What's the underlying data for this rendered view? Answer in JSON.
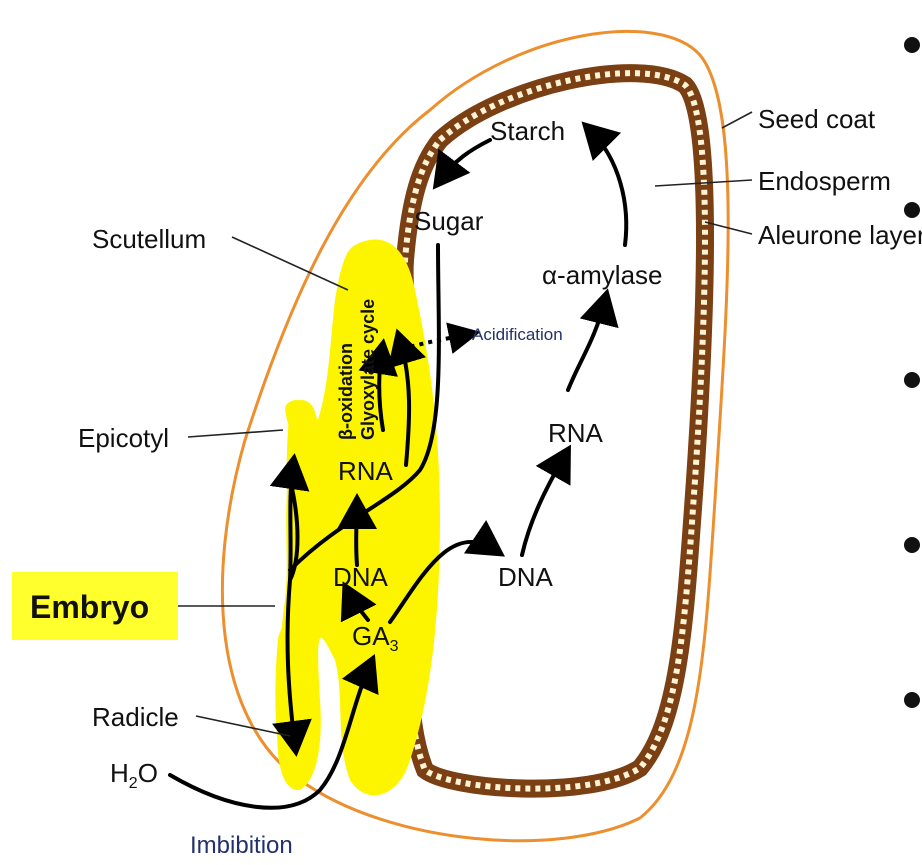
{
  "labels": {
    "seed_coat": "Seed coat",
    "endosperm": "Endosperm",
    "aleurone_layer": "Aleurone layer",
    "scutellum": "Scutellum",
    "epicotyl": "Epicotyl",
    "embryo": "Embryo",
    "radicle": "Radicle",
    "water_base": "H",
    "water_sub": "2",
    "water_tail": "O",
    "imbibition": "Imbibition",
    "starch": "Starch",
    "sugar": "Sugar",
    "alpha_amylase": "α-amylase",
    "acidification": "Acidification",
    "rna_endosperm": "RNA",
    "dna_endosperm": "DNA",
    "rna_scutellum": "RNA",
    "dna_scutellum": "DNA",
    "ga_base": "GA",
    "ga_sub": "3",
    "beta_oxidation": "β-oxidation",
    "glyoxylate_cycle": "Glyoxylate cycle"
  },
  "colors": {
    "seed_coat": "#ec8f2f",
    "aleurone": "#7a3f12",
    "aleurone_dots": "#fff3d6",
    "scutellum": "#fdf500",
    "embryo_box": "#ffff2e",
    "blue_text": "#23306b"
  }
}
